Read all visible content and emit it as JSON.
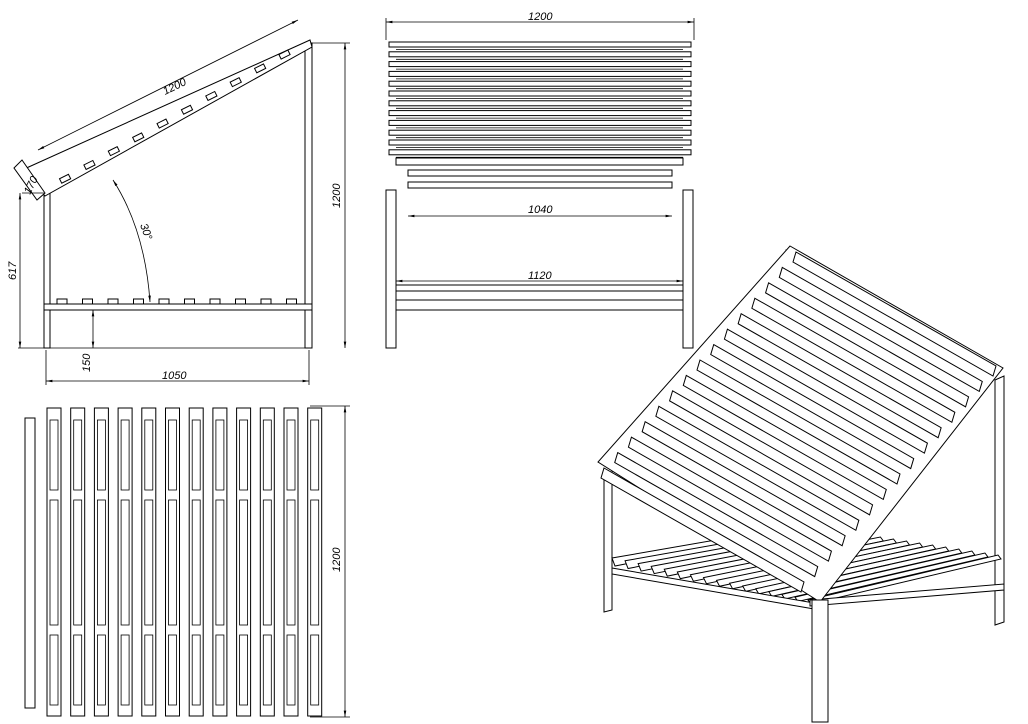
{
  "side_view": {
    "slope_length": "1200",
    "slat_width": "170",
    "angle": "30°",
    "height": "1200",
    "front_height": "617",
    "shelf_height": "150",
    "depth": "1050"
  },
  "front_view": {
    "width": "1200",
    "inner_slat": "1040",
    "shelf_width": "1120"
  },
  "plan_view": {
    "length": "1200"
  }
}
